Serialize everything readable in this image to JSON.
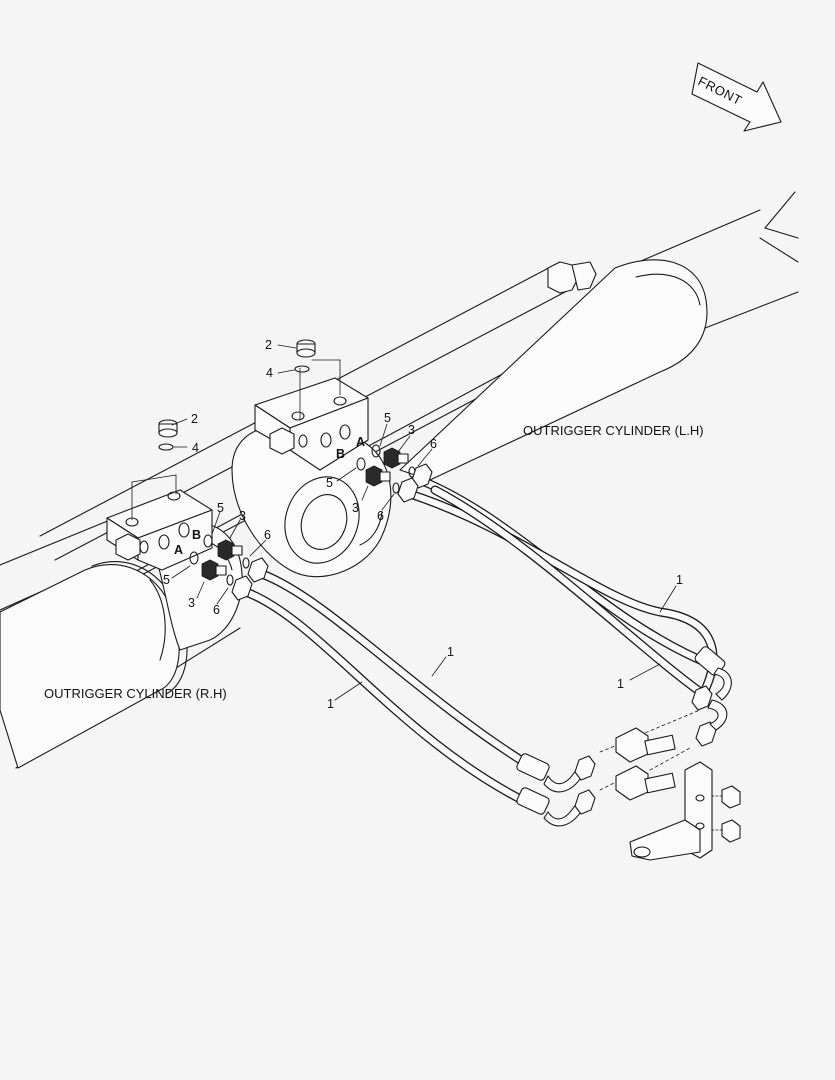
{
  "titles": {
    "left_cylinder": "OUTRIGGER CYLINDER (L.H)",
    "right_cylinder": "OUTRIGGER CYLINDER (R.H)"
  },
  "direction": "FRONT",
  "ports": {
    "a": "A",
    "b": "B"
  },
  "callouts": {
    "one": "1",
    "two": "2",
    "three": "3",
    "four": "4",
    "five": "5",
    "six": "6"
  }
}
